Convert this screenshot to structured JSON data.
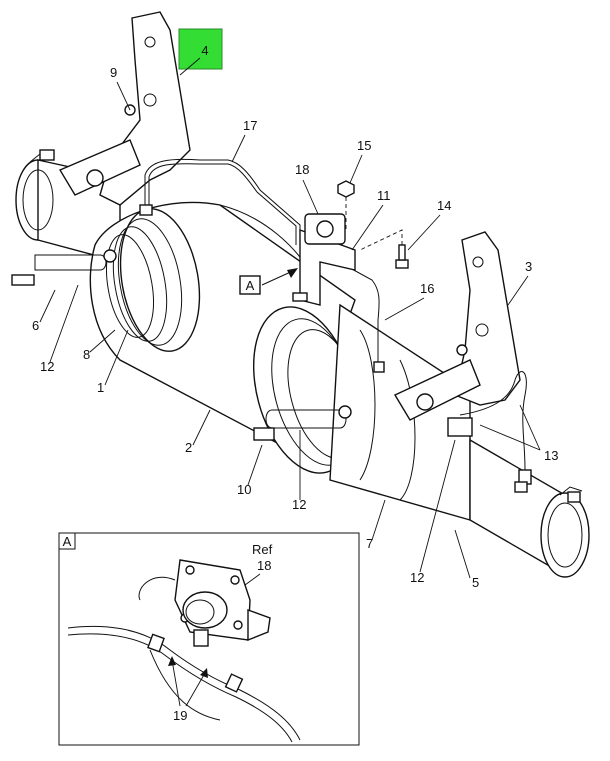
{
  "colors": {
    "highlight": "#33dd33",
    "line": "#111111",
    "background": "#ffffff"
  },
  "callouts": {
    "c1": "1",
    "c2": "2",
    "c3": "3",
    "c4": "4",
    "c5": "5",
    "c6": "6",
    "c7": "7",
    "c8": "8",
    "c9": "9",
    "c10": "10",
    "c11": "11",
    "c12a": "12",
    "c12b": "12",
    "c12c": "12",
    "c13": "13",
    "c14": "14",
    "c15": "15",
    "c16": "16",
    "c17": "17",
    "c18": "18",
    "c19": "19"
  },
  "view_marker": "A",
  "inset": {
    "tag": "A",
    "ref_word": "Ref",
    "ref_part": "18",
    "harness_part": "19"
  }
}
